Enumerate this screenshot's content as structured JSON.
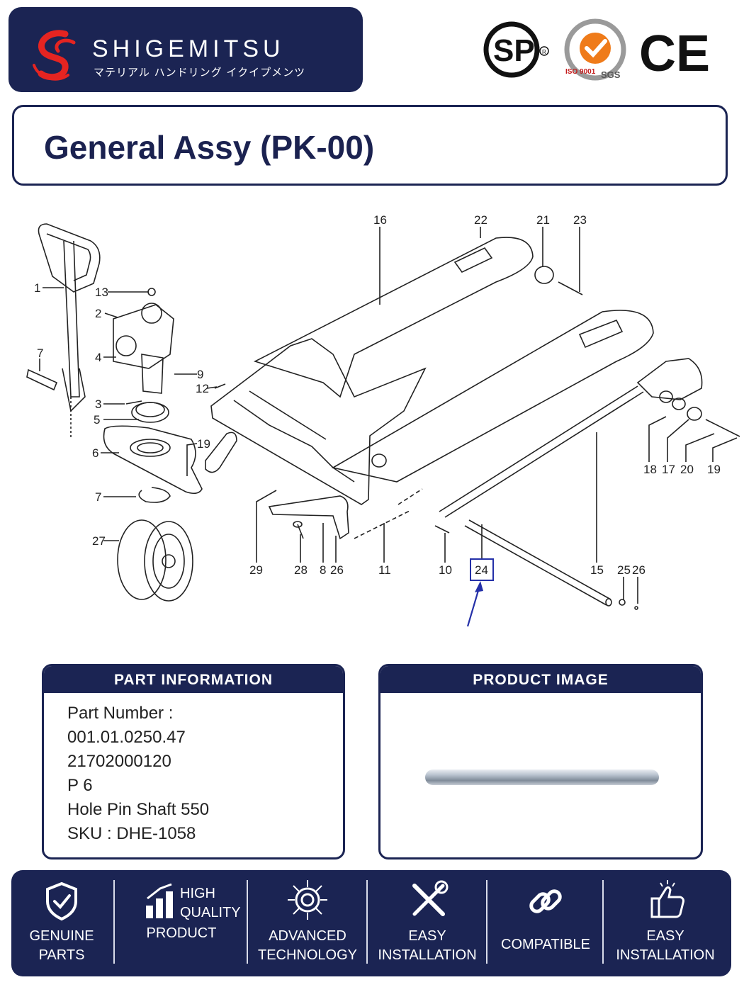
{
  "header": {
    "brand_name": "SHIGEMITSU",
    "brand_subtitle": "マテリアル ハンドリング イクイプメンツ",
    "certs": {
      "csa_text": "SP",
      "iso_text": "ISO 9001",
      "sgs_text": "SGS",
      "ce_text": "CE"
    }
  },
  "title": "General Assy (PK-00)",
  "diagram": {
    "callouts": {
      "c1": "1",
      "c2": "2",
      "c3": "3",
      "c4": "4",
      "c5": "5",
      "c6": "6",
      "c7a": "7",
      "c7b": "7",
      "c9": "9",
      "c12": "12",
      "c13": "13",
      "c16": "16",
      "c22": "22",
      "c21": "21",
      "c23": "23",
      "c18": "18",
      "c17": "17",
      "c20": "20",
      "c19a": "19",
      "c19b": "19",
      "c27": "27",
      "c29": "29",
      "c28": "28",
      "c8": "8",
      "c26a": "26",
      "c11": "11",
      "c10": "10",
      "c24": "24",
      "c15": "15",
      "c25": "25",
      "c26b": "26"
    },
    "highlighted_part": "24"
  },
  "part_info": {
    "heading": "PART  INFORMATION",
    "lines": [
      "Part Number :",
      "001.01.0250.47",
      "21702000120",
      "P 6",
      "Hole Pin Shaft 550",
      "SKU : DHE-1058"
    ]
  },
  "product_image": {
    "heading": "PRODUCT  IMAGE"
  },
  "features": [
    {
      "icon": "shield-check-icon",
      "lines": [
        "GENUINE",
        "PARTS"
      ]
    },
    {
      "icon": "bar-chart-icon",
      "lines": [
        "HIGH",
        "QUALITY",
        "PRODUCT"
      ]
    },
    {
      "icon": "circuit-icon",
      "lines": [
        "ADVANCED",
        "TECHNOLOGY"
      ]
    },
    {
      "icon": "tools-icon",
      "lines": [
        "EASY",
        "INSTALLATION"
      ]
    },
    {
      "icon": "chain-link-icon",
      "lines": [
        "COMPATIBLE"
      ]
    },
    {
      "icon": "thumbs-up-icon",
      "lines": [
        "EASY",
        "INSTALLATION"
      ]
    }
  ],
  "colors": {
    "navy": "#1b2453",
    "accent_red": "#d9261c",
    "highlight_blue": "#2430a8"
  }
}
